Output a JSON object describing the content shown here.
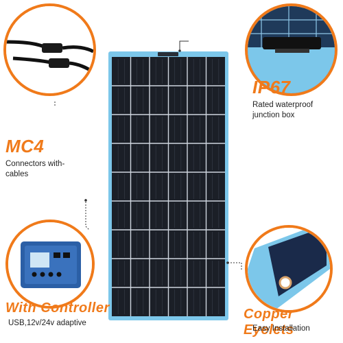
{
  "colors": {
    "accent": "#f07a1a",
    "panel_frame": "#7cc7ea",
    "cell": "#1b1f27",
    "grid": "#cfd6df"
  },
  "features": {
    "ip67": {
      "title": "IP67",
      "line1": "Rated waterproof",
      "line2": "junction box"
    },
    "mc4": {
      "title": "MC4",
      "line1": "Connectors with-",
      "line2": "cables"
    },
    "controller": {
      "title": "With Controller",
      "line1": "USB,12v/24v adaptive"
    },
    "eyelets": {
      "title": "Copper Eyelets",
      "line1": "Easy Installation"
    }
  },
  "icons": {
    "connector": "mc4-connector-icon",
    "junction": "junction-box-icon",
    "controller": "charge-controller-icon",
    "eyelet": "copper-eyelet-icon"
  }
}
